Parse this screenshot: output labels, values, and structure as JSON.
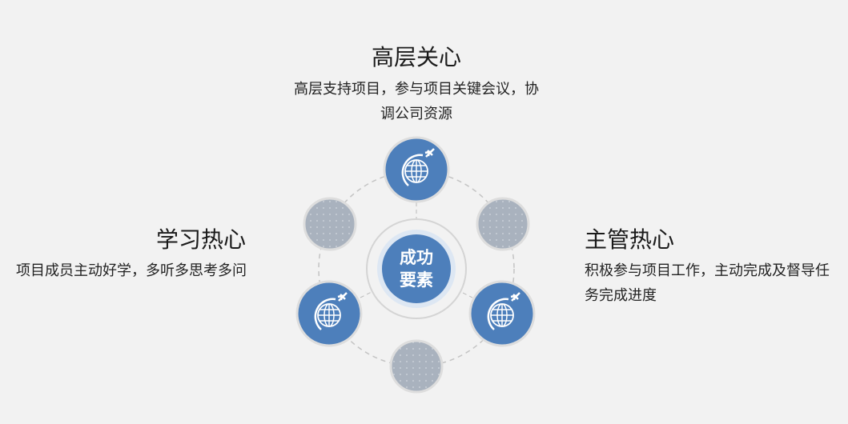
{
  "center": {
    "line1": "成功",
    "line2": "要素"
  },
  "items": [
    {
      "title": "高层关心",
      "desc": "高层支持项目，参与项目关键会议，协调公司资源"
    },
    {
      "title": "学习热心",
      "desc": "项目成员主动好学，多听多思考多问"
    },
    {
      "title": "主管热心",
      "desc": "积极参与项目工作，主动完成及督导任务完成进度"
    }
  ],
  "colors": {
    "accent": "#4d7fbb",
    "gray_node": "#a9b2be",
    "background": "#f2f2f2"
  },
  "icons": [
    "globe-plane-icon"
  ]
}
